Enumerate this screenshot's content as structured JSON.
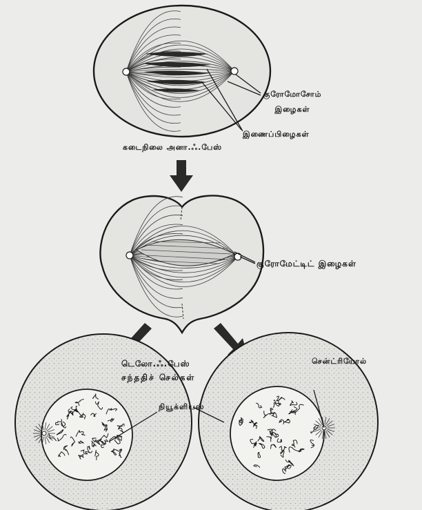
{
  "labels": {
    "chromosome_threads": "குரோமோசோம் இழைகள்",
    "connecting_threads": "இணைப்பிழைகள்",
    "late_anaphase": "கடைநிலை அனா.ஃ.பேஸ்",
    "chromatid_threads": "குரோமேட்டிட் இழைகள்",
    "telophase": "டெலோ.ஃ.பேஸ்",
    "daughter_cells": "சந்ததிச் செல்கள்",
    "centriole": "சென்ட்ரியோல்",
    "nucleus": "நியூக்ளியஸ்"
  },
  "colors": {
    "ink": "#1a1a1a",
    "paper": "#ececea",
    "cell_fill": "#e2e2df"
  }
}
